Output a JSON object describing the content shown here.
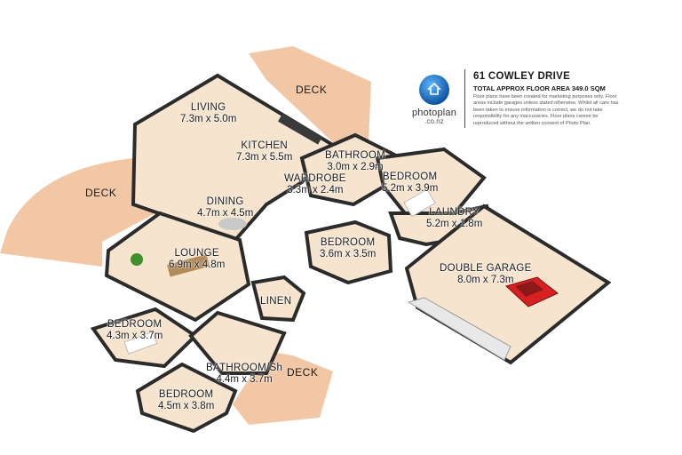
{
  "header": {
    "brand_name": "photoplan",
    "brand_domain": ".co.nz",
    "address": "61 COWLEY DRIVE",
    "floor_area": "TOTAL APPROX FLOOR AREA 349.0 SQM",
    "disclaimer": "Floor plans have been created for marketing purposes only. Floor areas include garages unless stated otherwise. Whilst all care has been taken to ensure information is correct, we do not take responsibility for any inaccuracies. Floor plans cannot be reproduced without the written consent of Photo Plan.",
    "logo_color": "#0d5aa7"
  },
  "decks": [
    "DECK",
    "DECK",
    "DECK"
  ],
  "rooms": [
    {
      "name": "LIVING",
      "dims": "7.3m x 5.0m"
    },
    {
      "name": "KITCHEN",
      "dims": "7.3m x 5.5m"
    },
    {
      "name": "BATHROOM",
      "dims": "3.0m x 2.9m"
    },
    {
      "name": "WARDROBE",
      "dims": "3.3m x 2.4m"
    },
    {
      "name": "BEDROOM",
      "dims": "5.2m x 3.9m"
    },
    {
      "name": "DINING",
      "dims": "4.7m x 4.5m"
    },
    {
      "name": "LAUNDRY",
      "dims": "5.2m x 1.8m"
    },
    {
      "name": "BEDROOM",
      "dims": "3.6m x 3.5m"
    },
    {
      "name": "LOUNGE",
      "dims": "6.9m x 4.8m"
    },
    {
      "name": "DOUBLE GARAGE",
      "dims": "8.0m x 7.3m"
    },
    {
      "name": "LINEN",
      "dims": ""
    },
    {
      "name": "BEDROOM",
      "dims": "4.3m x 3.7m"
    },
    {
      "name": "BATHROOM/Sh",
      "dims": "4.4m x 3.7m"
    },
    {
      "name": "BEDROOM",
      "dims": "4.5m x 3.8m"
    }
  ],
  "colors": {
    "deck": "#f2c7a5",
    "floor": "#f6e4cf",
    "wall": "#2b2b2b",
    "car": "#d92020"
  }
}
